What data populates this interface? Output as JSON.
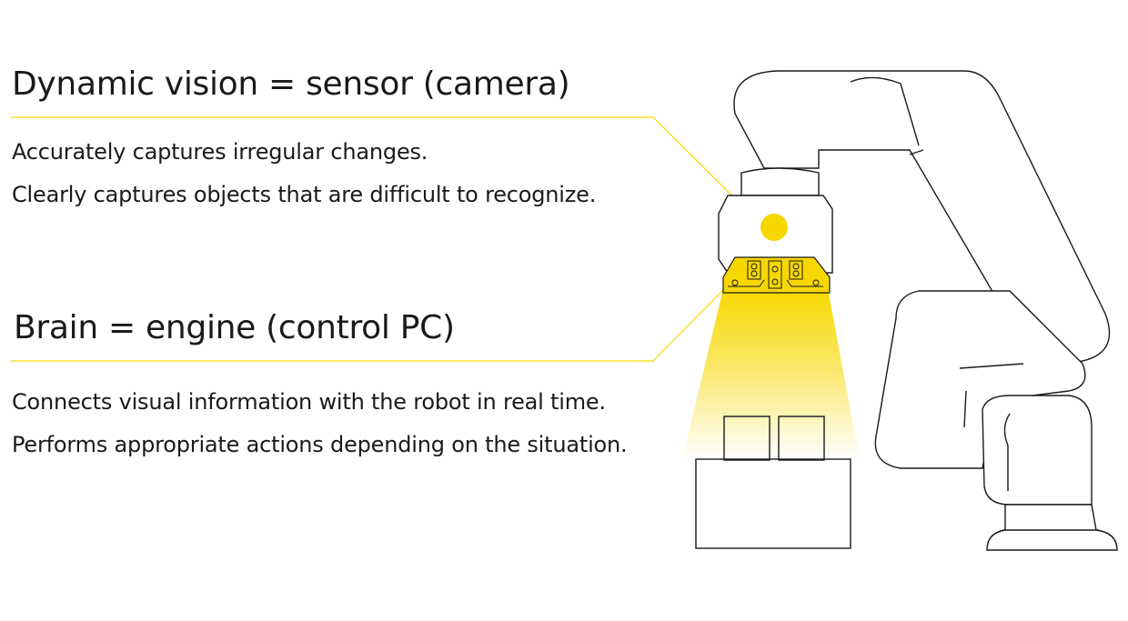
{
  "sections": [
    {
      "title": "Dynamic vision = sensor (camera)",
      "lines": [
        "Accurately captures irregular changes.",
        "Clearly captures objects that are difficult to recognize."
      ]
    },
    {
      "title": "Brain = engine (control PC)",
      "lines": [
        "Connects visual information with the robot in real time.",
        "Performs appropriate actions depending on the situation."
      ]
    }
  ],
  "colors": {
    "accent": "#f7d700",
    "text": "#1a1a1a",
    "outline": "#1a1a1a"
  }
}
